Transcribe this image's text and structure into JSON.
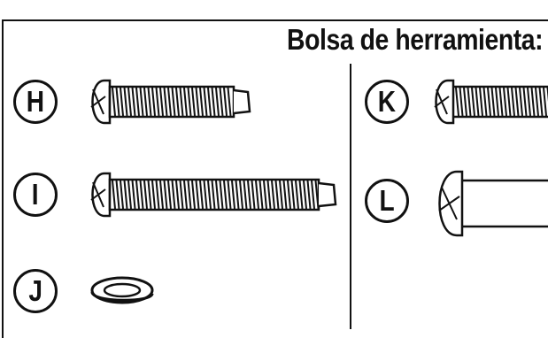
{
  "title": "Bolsa de herramienta:",
  "parts": [
    {
      "letter": "H",
      "icon": "short-screw-icon"
    },
    {
      "letter": "I",
      "icon": "long-screw-icon"
    },
    {
      "letter": "J",
      "icon": "lock-washer-icon"
    },
    {
      "letter": "K",
      "icon": "screw-icon"
    },
    {
      "letter": "L",
      "icon": "smooth-bolt-icon"
    }
  ]
}
